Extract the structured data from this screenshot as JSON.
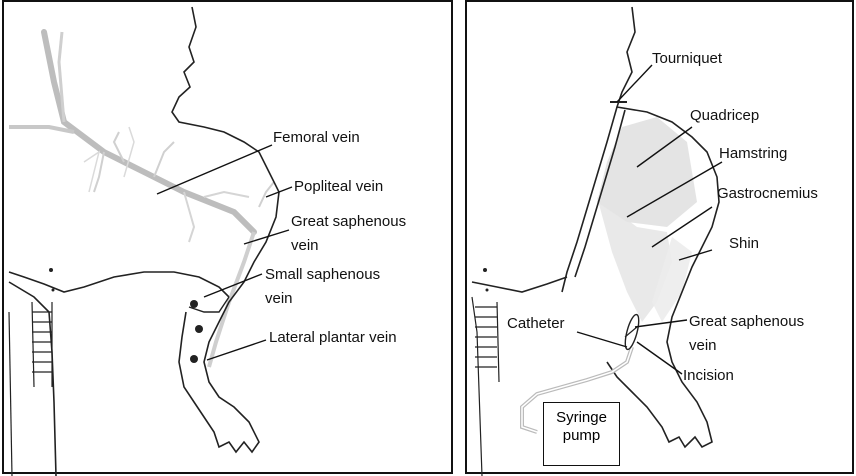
{
  "left_panel": {
    "labels": {
      "femoral_vein": "Femoral vein",
      "popliteal_vein": "Popliteal vein",
      "great_saphenous_vein_1": "Great saphenous",
      "great_saphenous_vein_2": "vein",
      "small_saphenous_vein_1": "Small saphenous",
      "small_saphenous_vein_2": "vein",
      "lateral_plantar_vein": "Lateral plantar vein"
    }
  },
  "right_panel": {
    "labels": {
      "tourniquet": "Tourniquet",
      "quadricep": "Quadricep",
      "hamstring": "Hamstring",
      "gastrocnemius": "Gastrocnemius",
      "shin": "Shin",
      "catheter": "Catheter",
      "great_saphenous_vein_1": "Great saphenous",
      "great_saphenous_vein_2": "vein",
      "incision": "Incision",
      "syringe_pump_1": "Syringe",
      "syringe_pump_2": "pump"
    }
  }
}
